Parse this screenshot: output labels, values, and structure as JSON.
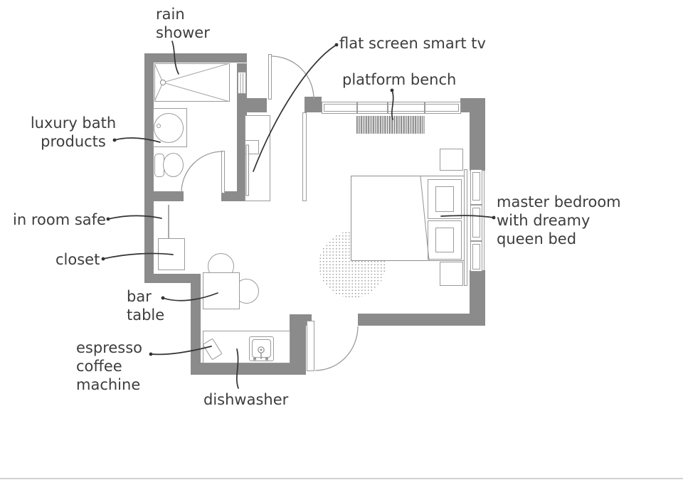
{
  "figure": {
    "type": "floor-plan",
    "subject": "hotel studio room floor plan with annotated amenities"
  },
  "colors": {
    "wall": "#8b8b8b",
    "furniture_line": "#9b9b9b",
    "leader_line": "#333333",
    "label_text": "#3d3d3d",
    "background": "#ffffff"
  },
  "labels": {
    "rain_shower": {
      "lines": [
        "rain",
        "shower"
      ]
    },
    "flat_screen_smart_tv": {
      "lines": [
        "flat screen smart tv"
      ]
    },
    "platform_bench": {
      "lines": [
        "platform bench"
      ]
    },
    "luxury_bath_products": {
      "lines": [
        "luxury bath",
        "products"
      ]
    },
    "in_room_safe": {
      "lines": [
        "in room safe"
      ]
    },
    "closet": {
      "lines": [
        "closet"
      ]
    },
    "bar_table": {
      "lines": [
        "bar",
        "table"
      ]
    },
    "espresso_coffee_machine": {
      "lines": [
        "espresso",
        "coffee",
        "machine"
      ]
    },
    "dishwasher": {
      "lines": [
        "dishwasher"
      ]
    },
    "master_bedroom": {
      "lines": [
        "master bedroom",
        "with dreamy",
        "queen bed"
      ]
    }
  }
}
